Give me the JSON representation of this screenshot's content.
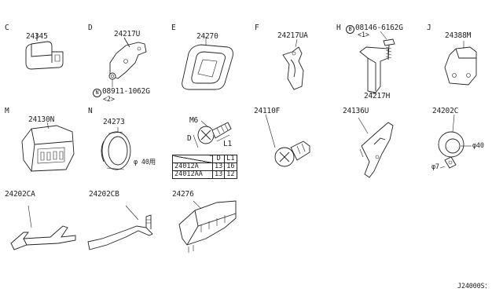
{
  "sections": {
    "C": "C",
    "D": "D",
    "E": "E",
    "F": "F",
    "H": "H",
    "J": "J",
    "M": "M",
    "N": "N"
  },
  "parts": {
    "p24345": "24345",
    "p24217U": "24217U",
    "p24270": "24270",
    "p24217UA": "24217UA",
    "p24388M": "24388M",
    "p24130N": "24130N",
    "p24273": "24273",
    "p24110F": "24110F",
    "p24136U": "24136U",
    "p24202C": "24202C",
    "p24217H": "24217H",
    "p24202CA": "24202CA",
    "p24202CB": "24202CB",
    "p24276": "24276"
  },
  "fasteners": {
    "nut_symbol": "N",
    "nut_number": "08911-1062G",
    "nut_qty": "<2>",
    "bolt_symbol": "B",
    "bolt_number": "08146-6162G",
    "bolt_qty": "<1>"
  },
  "dimensions": {
    "m6": "M6",
    "d": "D",
    "l1": "L1",
    "phi40_n": "φ 40用",
    "phi40_c": "φ40",
    "phi7": "φ7"
  },
  "dim_table": {
    "headers": [
      "",
      "D",
      "L1"
    ],
    "rows": [
      {
        "name": "24012A",
        "d": "13",
        "l1": "16"
      },
      {
        "name": "24012AA",
        "d": "13",
        "l1": "12"
      }
    ]
  },
  "diagram_code": "J24000S："
}
